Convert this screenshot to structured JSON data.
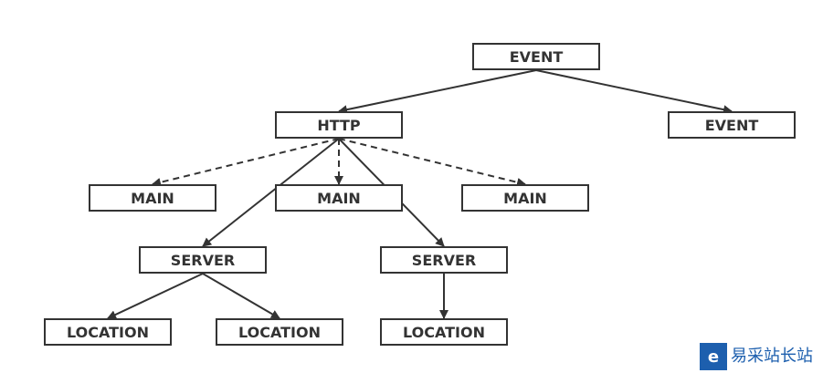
{
  "nodes": {
    "event_root": "EVENT",
    "http": "HTTP",
    "event_child": "EVENT",
    "main_left": "MAIN",
    "main_center": "MAIN",
    "main_right": "MAIN",
    "server_left": "SERVER",
    "server_right": "SERVER",
    "location_1": "LOCATION",
    "location_2": "LOCATION",
    "location_3": "LOCATION"
  },
  "edges": [
    {
      "from": "event_root",
      "to": "http",
      "style": "solid"
    },
    {
      "from": "event_root",
      "to": "event_child",
      "style": "solid"
    },
    {
      "from": "http",
      "to": "main_left",
      "style": "dashed"
    },
    {
      "from": "http",
      "to": "main_center",
      "style": "dashed"
    },
    {
      "from": "http",
      "to": "main_right",
      "style": "dashed"
    },
    {
      "from": "http",
      "to": "server_left",
      "style": "solid"
    },
    {
      "from": "http",
      "to": "server_right",
      "style": "solid"
    },
    {
      "from": "server_left",
      "to": "location_1",
      "style": "solid"
    },
    {
      "from": "server_left",
      "to": "location_2",
      "style": "solid"
    },
    {
      "from": "server_right",
      "to": "location_3",
      "style": "solid"
    }
  ],
  "colors": {
    "stroke": "#333333",
    "watermark": "#1d5fae"
  },
  "watermark": {
    "logo_text": "易采站长站",
    "logo_icon": "e-logo-icon"
  }
}
